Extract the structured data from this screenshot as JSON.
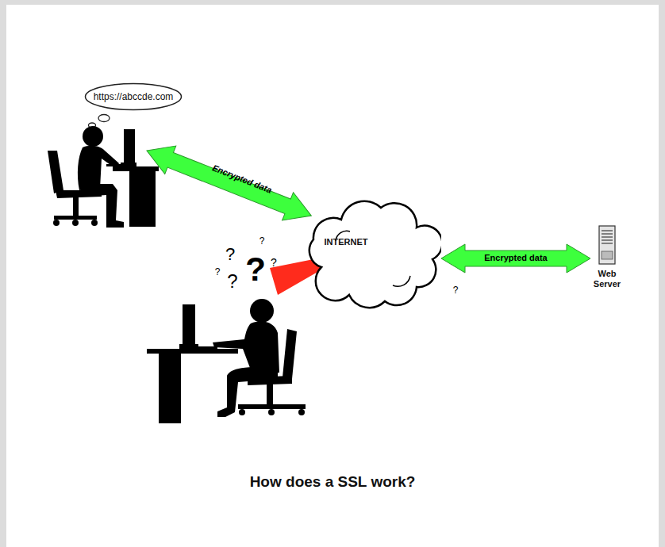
{
  "diagram": {
    "caption": "How does a SSL work?",
    "nodes": [
      {
        "text": [
          "https://abccde.com"
        ]
      },
      {
        "text": [
          "INTERNET"
        ]
      },
      {
        "text": [
          "Web Server"
        ]
      }
    ],
    "edges": [
      {
        "from": 1,
        "to": 2,
        "arrow": "both",
        "label": "Encrypted data"
      }
    ],
    "labels": [
      "Encrypted data",
      "?",
      "?",
      "?",
      "?",
      "?",
      "?",
      "?"
    ]
  }
}
